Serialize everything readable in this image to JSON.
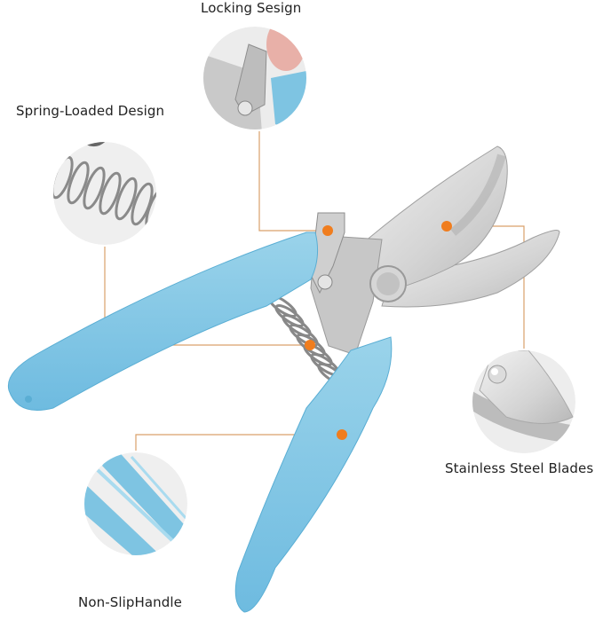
{
  "labels": {
    "locking": "Locking Sesign",
    "spring": "Spring-Loaded Design",
    "blades": "Stainless Steel Blades",
    "handle": "Non-SlipHandle"
  },
  "colors": {
    "handle_blue": "#7ec4e2",
    "handle_blue_dark": "#5aaed4",
    "steel": "#d8d8d8",
    "steel_dark": "#a9a9a9",
    "callout_line": "#d9a06a",
    "callout_dot": "#f07d1e",
    "inset_bg": "#eeeeee"
  },
  "callouts": [
    {
      "name": "locking",
      "dot": [
        369,
        260
      ]
    },
    {
      "name": "spring",
      "dot": [
        349,
        389
      ]
    },
    {
      "name": "blades",
      "dot": [
        503,
        255
      ]
    },
    {
      "name": "handle",
      "dot": [
        385,
        490
      ]
    }
  ]
}
